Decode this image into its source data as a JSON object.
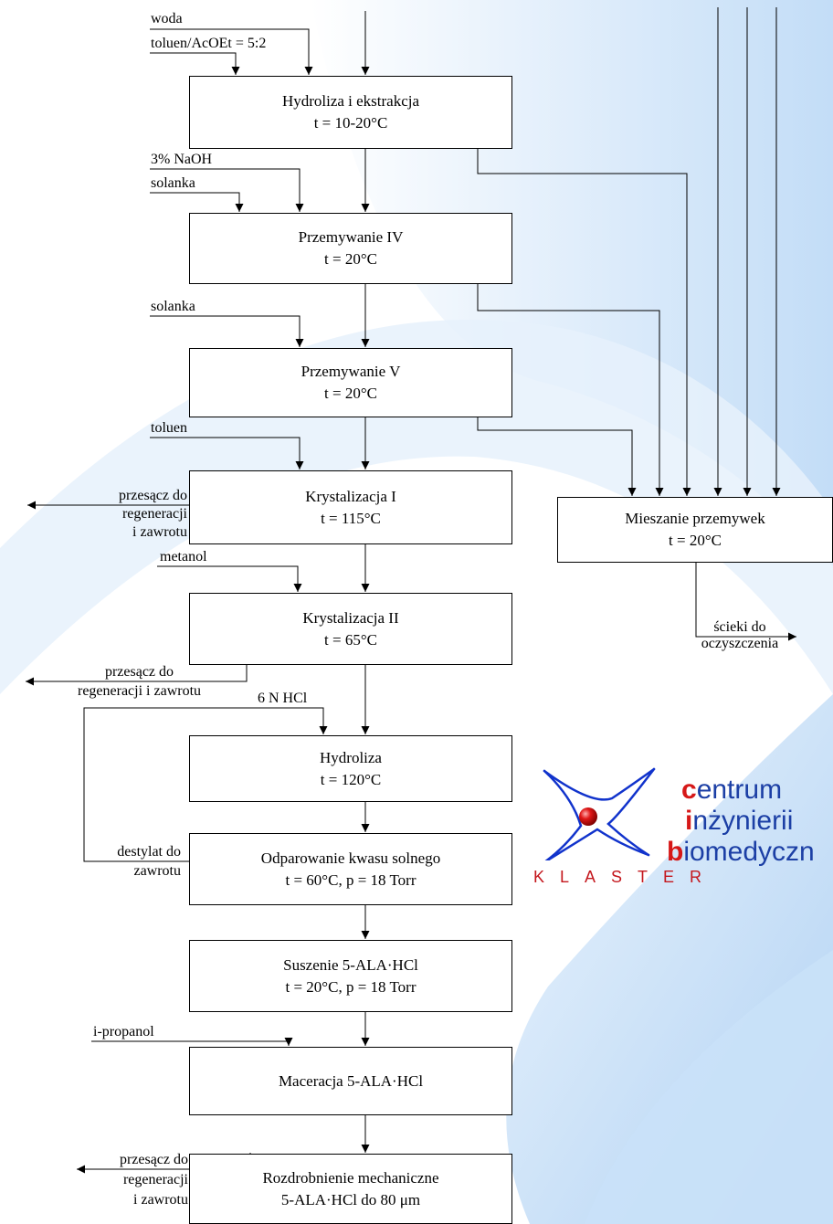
{
  "colors": {
    "line": "#000000",
    "box_fill": "#ffffff",
    "logo_blue": "#1c3fa5",
    "logo_red": "#d61818",
    "bg_light_blue": "#dcecfb"
  },
  "boxes": {
    "hydroliza_ekstrakcja": {
      "name": "Hydroliza i ekstrakcja",
      "cond": "t = 10-20°C"
    },
    "przemywanie_iv": {
      "name": "Przemywanie IV",
      "cond": "t = 20°C"
    },
    "przemywanie_v": {
      "name": "Przemywanie V",
      "cond": "t = 20°C"
    },
    "krystalizacja_i": {
      "name": "Krystalizacja I",
      "cond": "t = 115°C"
    },
    "krystalizacja_ii": {
      "name": "Krystalizacja II",
      "cond": "t = 65°C"
    },
    "hydroliza": {
      "name": "Hydroliza",
      "cond": "t = 120°C"
    },
    "odparowanie": {
      "name": "Odparowanie kwasu solnego",
      "cond": "t = 60°C, p = 18 Torr"
    },
    "suszenie": {
      "name": "Suszenie 5-ALA·HCl",
      "cond": "t = 20°C, p = 18 Torr"
    },
    "maceracja": {
      "name": "Maceracja 5-ALA·HCl",
      "cond": ""
    },
    "rozdrobnienie": {
      "name": "Rozdrobnienie mechaniczne",
      "cond": "5-ALA·HCl do 80 μm"
    },
    "mieszanie": {
      "name": "Mieszanie przemywek",
      "cond": "t = 20°C"
    }
  },
  "inputs": {
    "woda": "woda",
    "toluen_acoet": "toluen/AcOEt = 5:2",
    "naoh": "3% NaOH",
    "solanka_1": "solanka",
    "solanka_2": "solanka",
    "toluen": "toluen",
    "metanol": "metanol",
    "hcl": "6 N HCl",
    "i_propanol": "i-propanol"
  },
  "outputs": {
    "przesacz_1": [
      "przesącz do",
      "regeneracji",
      "i zawrotu"
    ],
    "przesacz_2": [
      "przesącz do",
      "regeneracji i zawrotu"
    ],
    "destylat": [
      "destylat do",
      "zawrotu"
    ],
    "przesacz_3": [
      "przesącz do",
      "regeneracji",
      "i zawrotu"
    ],
    "scieki": [
      "ścieki do",
      "oczyszczenia"
    ]
  },
  "logo": {
    "word1_first": "c",
    "word1_rest": "entrum",
    "word2_first": "i",
    "word2_rest": "nżynierii",
    "word3_first": "b",
    "word3_rest": "iomedyczn",
    "klaster": "KLASTER"
  }
}
